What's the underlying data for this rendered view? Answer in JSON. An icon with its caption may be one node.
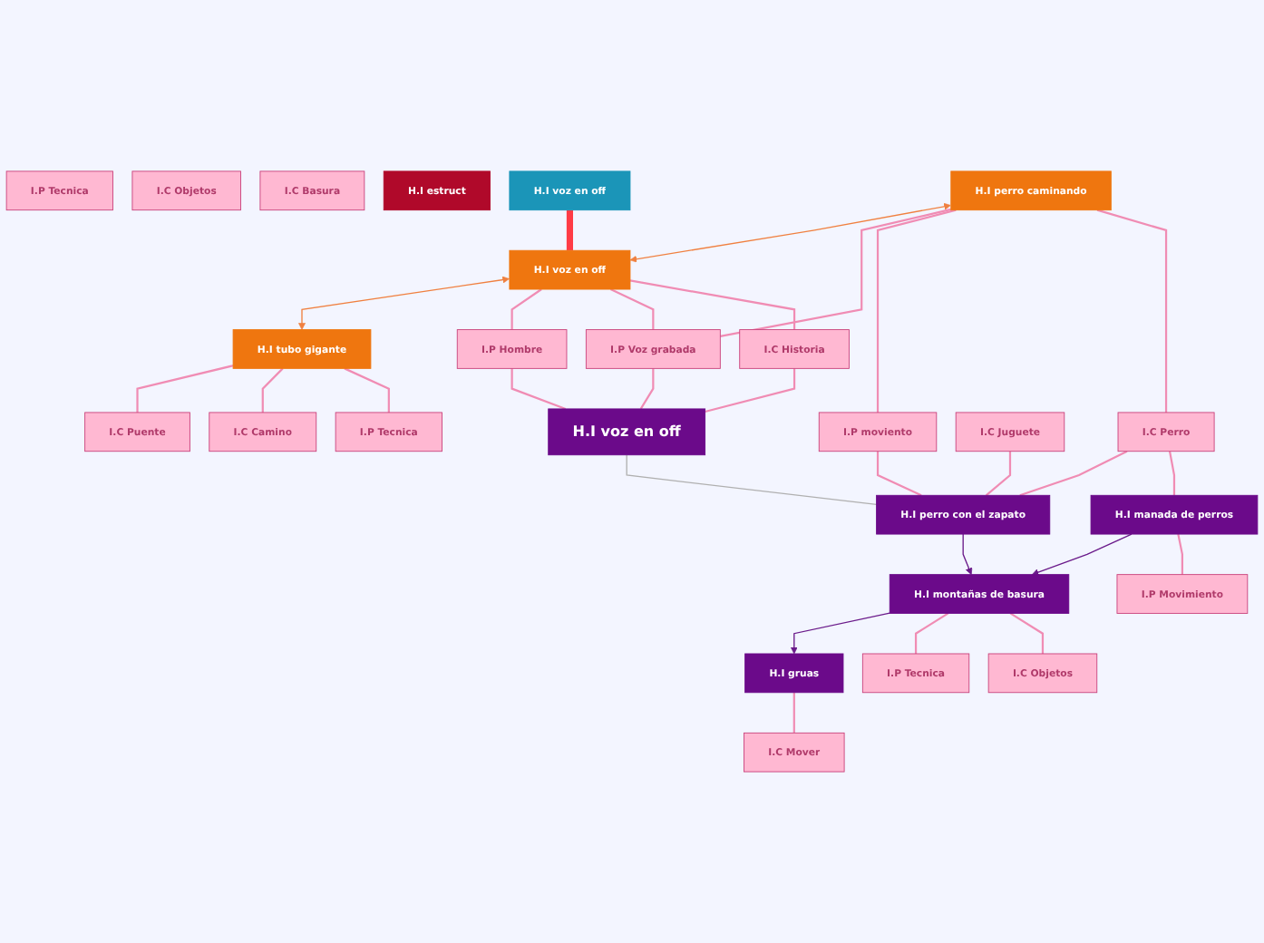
{
  "diagram": {
    "nodes": [
      {
        "text": [
          "H.I voz en off"
        ]
      },
      {
        "text": [
          "H.I perro caminando"
        ]
      },
      {
        "text": [
          "H.I voz en off"
        ]
      },
      {
        "text": [
          "H.I tubo gigante"
        ]
      },
      {
        "text": [
          "I.P Tecnica"
        ]
      },
      {
        "text": [
          "I.C Objetos"
        ]
      },
      {
        "text": [
          "I.C Basura"
        ]
      },
      {
        "text": [
          "I.C Puente"
        ]
      },
      {
        "text": [
          "I.C Camino"
        ]
      },
      {
        "text": [
          "I.P Tecnica"
        ]
      },
      {
        "text": [
          "I.P Hombre"
        ]
      },
      {
        "text": [
          "I.P Voz grabada"
        ]
      },
      {
        "text": [
          "I.C Historia"
        ]
      },
      {
        "text": [
          "I.P  moviento"
        ]
      },
      {
        "text": [
          "I.C Perro"
        ]
      },
      {
        "text": [
          "I.C Juguete"
        ]
      },
      {
        "text": [
          "H.I voz en off"
        ]
      },
      {
        "text": [
          "H.I perro con el zapato"
        ]
      },
      {
        "text": [
          "H.I manada de perros"
        ]
      },
      {
        "text": [
          "H.I montañas de basura"
        ]
      },
      {
        "text": [
          "H.I gruas"
        ]
      },
      {
        "text": [
          "I.P Movimiento"
        ]
      },
      {
        "text": [
          "I.P Tecnica"
        ]
      },
      {
        "text": [
          "I.C Objetos"
        ]
      },
      {
        "text": [
          "I.C Mover"
        ]
      },
      {
        "text": [
          "H.I estruct"
        ]
      }
    ],
    "edges": [
      {
        "from": 0,
        "to": 2,
        "arrow": "none",
        "style": "thick",
        "color": "#ff3b45"
      },
      {
        "from": 1,
        "to": 2,
        "arrow": "both",
        "color": "#f08040"
      },
      {
        "from": 2,
        "to": 3,
        "arrow": "both",
        "color": "#f08040"
      },
      {
        "from": 3,
        "to": 7,
        "arrow": "none"
      },
      {
        "from": 3,
        "to": 8,
        "arrow": "none"
      },
      {
        "from": 3,
        "to": 9,
        "arrow": "none"
      },
      {
        "from": 1,
        "to": 11,
        "arrow": "none"
      },
      {
        "from": 1,
        "to": 13,
        "arrow": "none"
      },
      {
        "from": 1,
        "to": 14,
        "arrow": "none"
      },
      {
        "from": 2,
        "to": 10,
        "arrow": "none"
      },
      {
        "from": 2,
        "to": 11,
        "arrow": "none"
      },
      {
        "from": 2,
        "to": 12,
        "arrow": "none"
      },
      {
        "from": 10,
        "to": 16,
        "arrow": "none"
      },
      {
        "from": 11,
        "to": 16,
        "arrow": "none"
      },
      {
        "from": 12,
        "to": 16,
        "arrow": "none"
      },
      {
        "from": 13,
        "to": 17,
        "arrow": "none"
      },
      {
        "from": 14,
        "to": 17,
        "arrow": "none"
      },
      {
        "from": 15,
        "to": 17,
        "arrow": "none"
      },
      {
        "from": 14,
        "to": 18,
        "arrow": "none"
      },
      {
        "from": 16,
        "to": 17,
        "arrow": "none",
        "color": "#b0b0b0"
      },
      {
        "from": 17,
        "to": 19,
        "arrow": "to",
        "color": "#6a1a8a"
      },
      {
        "from": 18,
        "to": 19,
        "arrow": "to",
        "color": "#6a1a8a"
      },
      {
        "from": 19,
        "to": 20,
        "arrow": "to",
        "color": "#6a1a8a"
      },
      {
        "from": 18,
        "to": 21,
        "arrow": "none"
      },
      {
        "from": 19,
        "to": 22,
        "arrow": "none"
      },
      {
        "from": 19,
        "to": 23,
        "arrow": "none"
      },
      {
        "from": 20,
        "to": 24,
        "arrow": "none"
      }
    ]
  }
}
